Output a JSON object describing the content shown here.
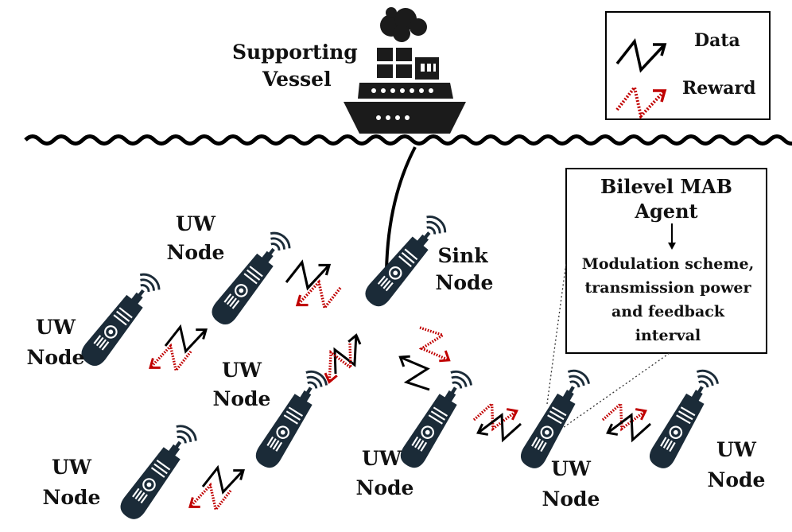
{
  "vessel": {
    "line1": "Supporting",
    "line2": "Vessel"
  },
  "legend": {
    "data_label": "Data",
    "reward_label": "Reward"
  },
  "agent": {
    "title1": "Bilevel MAB",
    "title2": "Agent",
    "desc1": "Modulation scheme,",
    "desc2": "transmission power",
    "desc3": "and feedback",
    "desc4": "interval"
  },
  "nodes": {
    "sink": {
      "line1": "Sink",
      "line2": "Node"
    },
    "uw_top": {
      "line1": "UW",
      "line2": "Node"
    },
    "uw_left": {
      "line1": "UW",
      "line2": "Node"
    },
    "uw_middle": {
      "line1": "UW",
      "line2": "Node"
    },
    "uw_bottom_left": {
      "line1": "UW",
      "line2": "Node"
    },
    "uw_bottom_center": {
      "line1": "UW",
      "line2": "Node"
    },
    "uw_agent": {
      "line1": "UW",
      "line2": "Node"
    },
    "uw_right": {
      "line1": "UW",
      "line2": "Node"
    }
  },
  "colors": {
    "data_arrow": "#000000",
    "reward_arrow": "#c00000",
    "device": "#1b2b38",
    "ink": "#111111"
  },
  "icons": [
    "ship-icon",
    "smoke-icon",
    "underwater-modem-icon",
    "signal-waves-icon"
  ]
}
